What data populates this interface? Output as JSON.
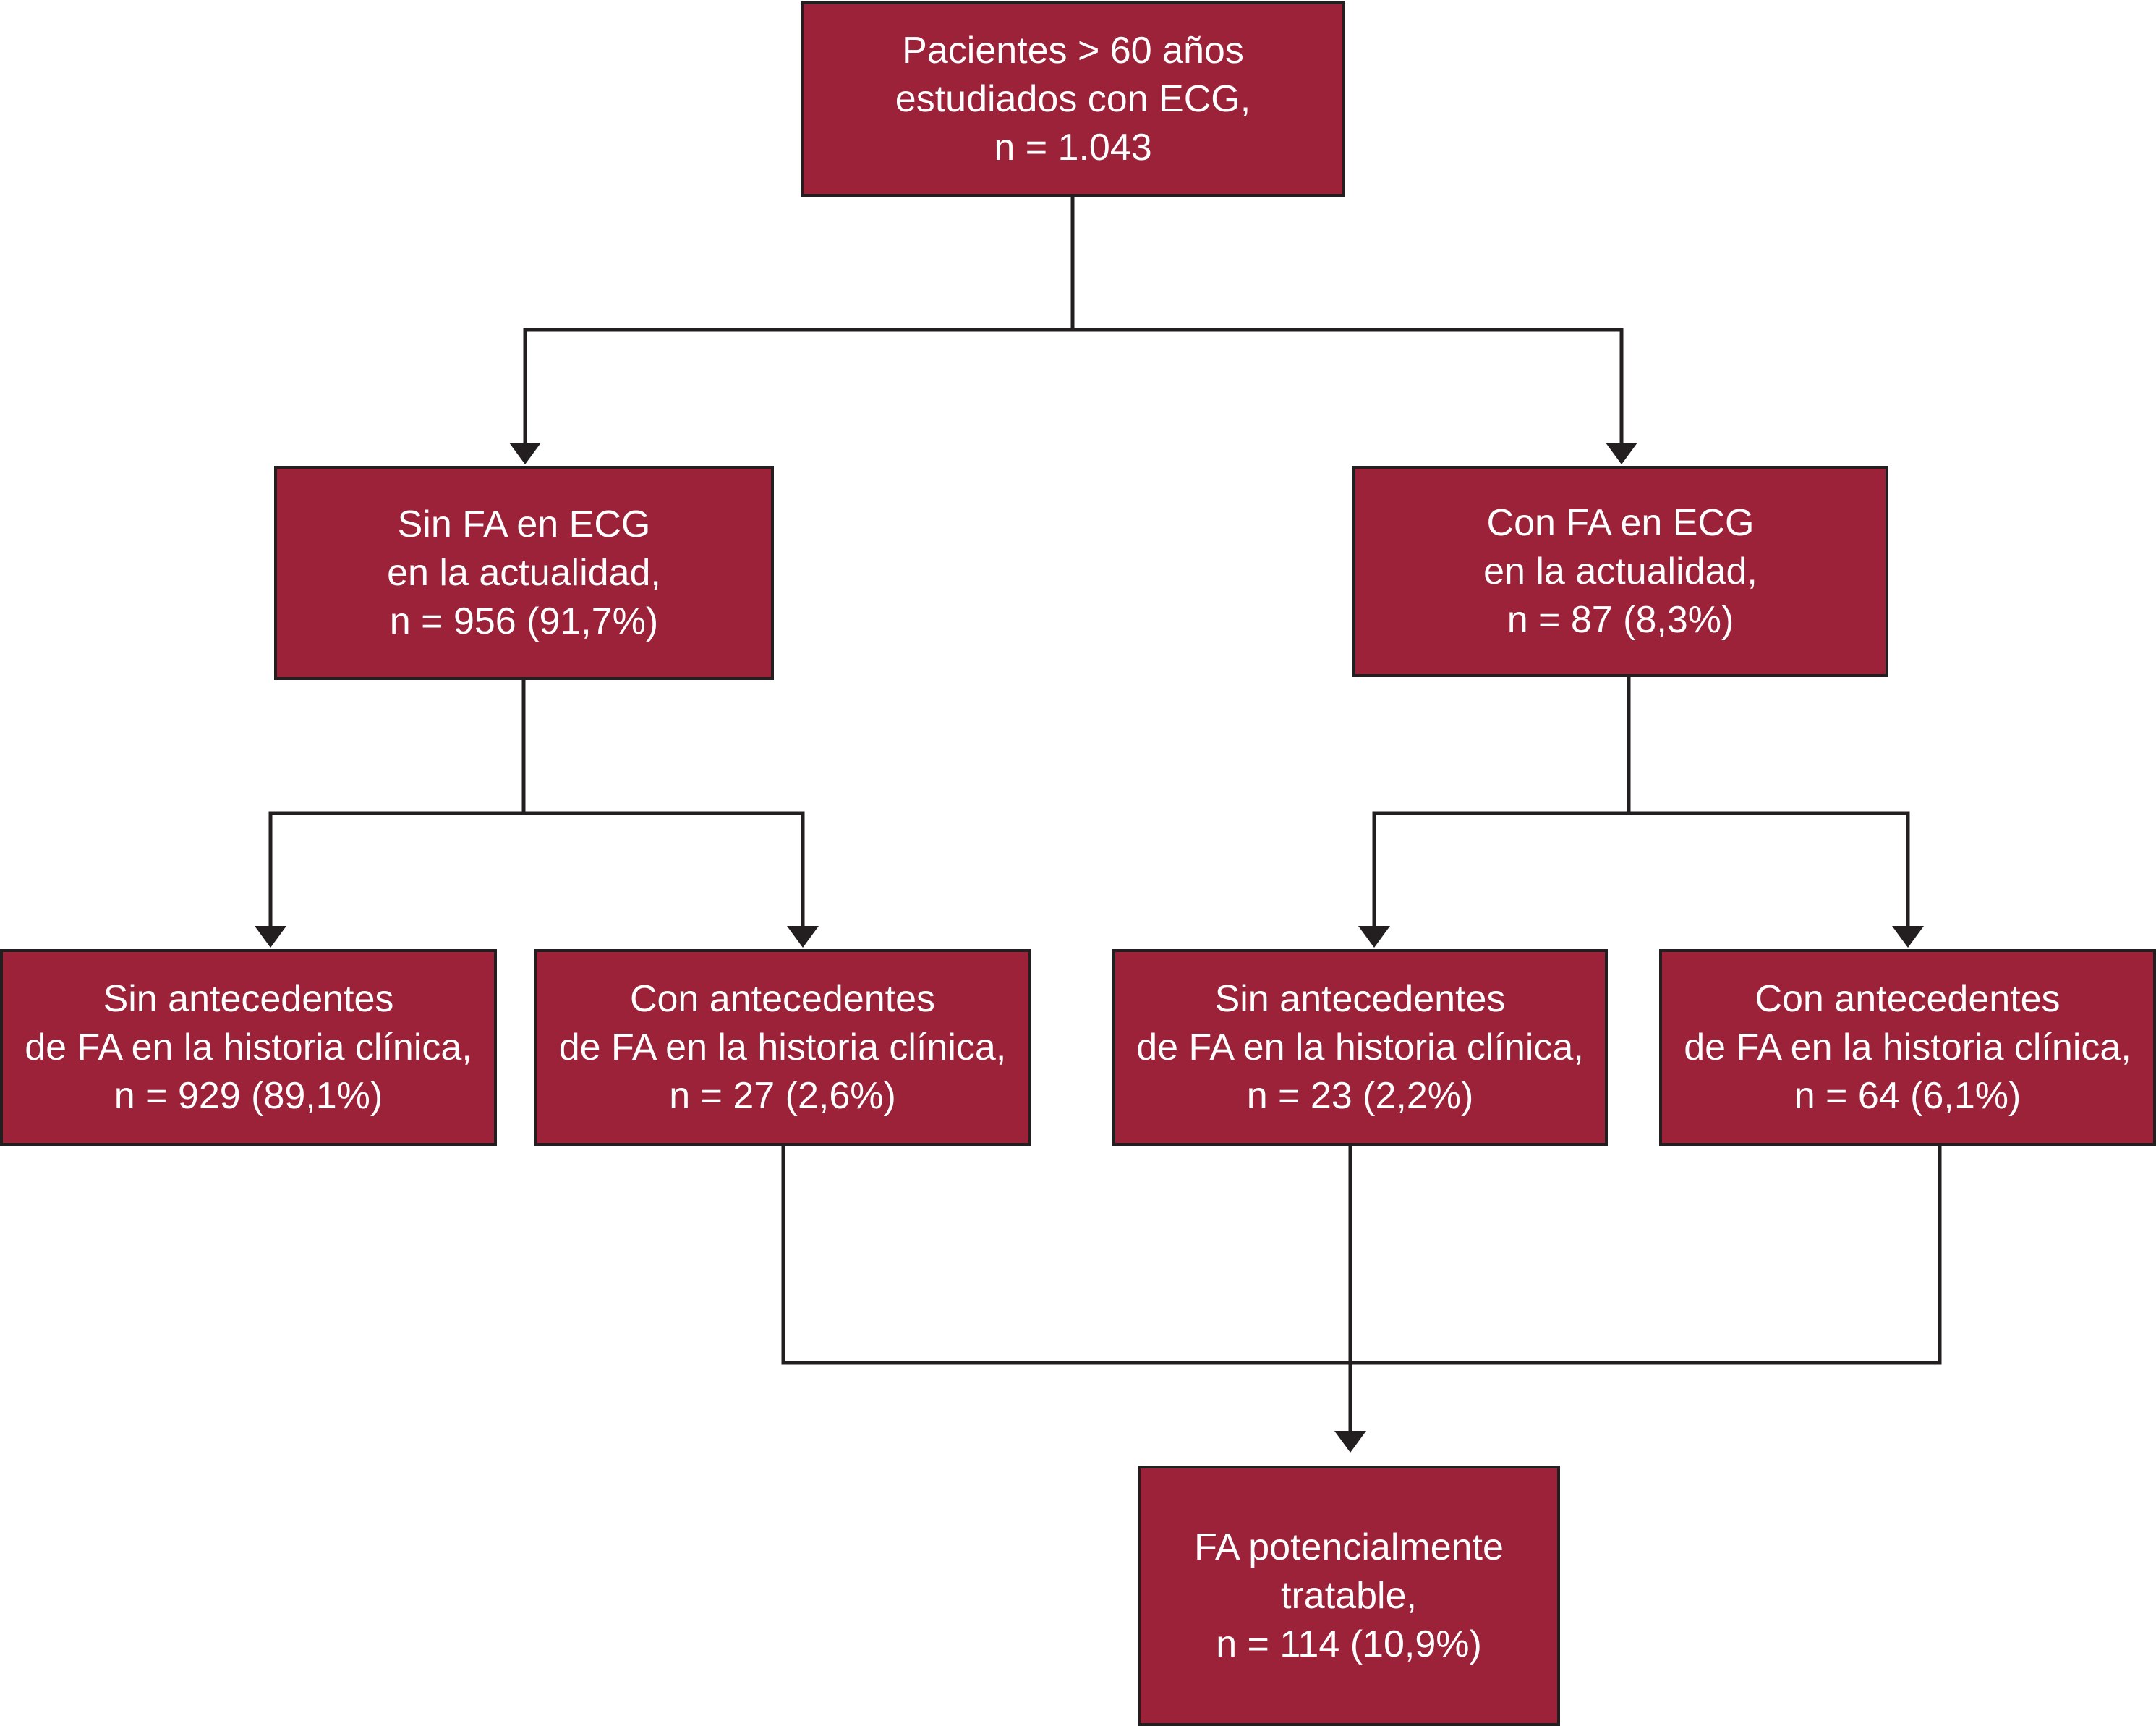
{
  "colors": {
    "box_fill": "#9b2238",
    "line": "#231f20",
    "text": "#ffffff"
  },
  "boxes": {
    "root": [
      "Pacientes > 60 años",
      "estudiados con ECG,",
      "n = 1.043"
    ],
    "sin_fa_ecg": [
      "Sin FA en ECG",
      "en la actualidad,",
      "n = 956 (91,7%)"
    ],
    "con_fa_ecg": [
      "Con FA en ECG",
      "en la actualidad,",
      "n = 87 (8,3%)"
    ],
    "sin_fa_sin_ant": [
      "Sin antecedentes",
      "de FA en la historia clínica,",
      "n = 929 (89,1%)"
    ],
    "sin_fa_con_ant": [
      "Con antecedentes",
      "de FA en la historia clínica,",
      "n = 27 (2,6%)"
    ],
    "con_fa_sin_ant": [
      "Sin antecedentes",
      "de FA en la historia clínica,",
      "n = 23 (2,2%)"
    ],
    "con_fa_con_ant": [
      "Con antecedentes",
      "de FA en la historia clínica,",
      "n = 64 (6,1%)"
    ],
    "tratable": [
      "FA potencialmente",
      "tratable,",
      "n = 114 (10,9%)"
    ]
  }
}
